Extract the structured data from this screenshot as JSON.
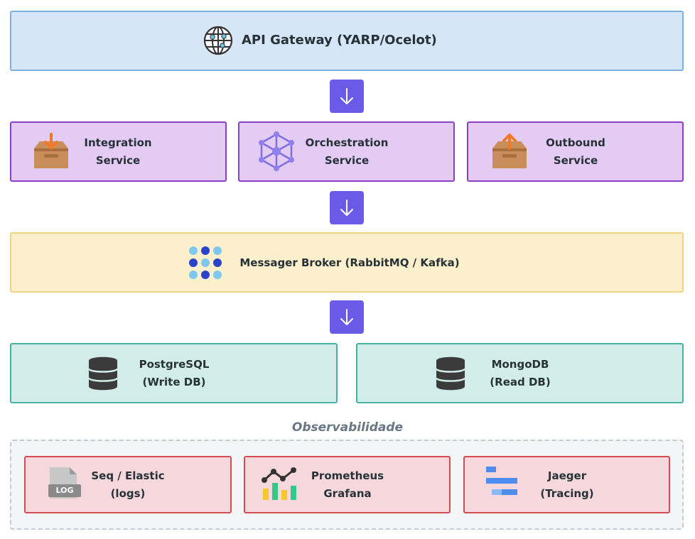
{
  "gateway": {
    "label": "API Gateway (YARP/Ocelot)",
    "icon": "globe-network-icon"
  },
  "services": [
    {
      "line1": "Integration",
      "line2": "Service",
      "icon": "inbox-in-icon"
    },
    {
      "line1": "Orchestration",
      "line2": "Service",
      "icon": "hub-network-icon"
    },
    {
      "line1": "Outbound",
      "line2": "Service",
      "icon": "inbox-out-icon"
    }
  ],
  "broker": {
    "label": "Messager Broker (RabbitMQ / Kafka)",
    "icon": "dots-grid-icon"
  },
  "databases": [
    {
      "line1": "PostgreSQL",
      "line2": "(Write DB)",
      "icon": "database-icon"
    },
    {
      "line1": "MongoDB",
      "line2": "(Read DB)",
      "icon": "database-icon"
    }
  ],
  "observability": {
    "title": "Observabilidade",
    "items": [
      {
        "line1": "Seq / Elastic",
        "line2": "(logs)",
        "icon": "log-file-icon",
        "icon_text": "LOG"
      },
      {
        "line1": "Prometheus",
        "line2": "Grafana",
        "icon": "metrics-chart-icon"
      },
      {
        "line1": "Jaeger",
        "line2": "(Tracing)",
        "icon": "tracing-bars-icon"
      }
    ]
  },
  "arrow_icon": "arrow-down-icon",
  "colors": {
    "arrow": "#6a5ae8",
    "gateway_fill": "#d6e6f6",
    "service_fill": "#e3cbf3",
    "broker_fill": "#fcf0cc",
    "db_fill": "#d2ede9",
    "obs_fill": "#f6d7dc"
  }
}
